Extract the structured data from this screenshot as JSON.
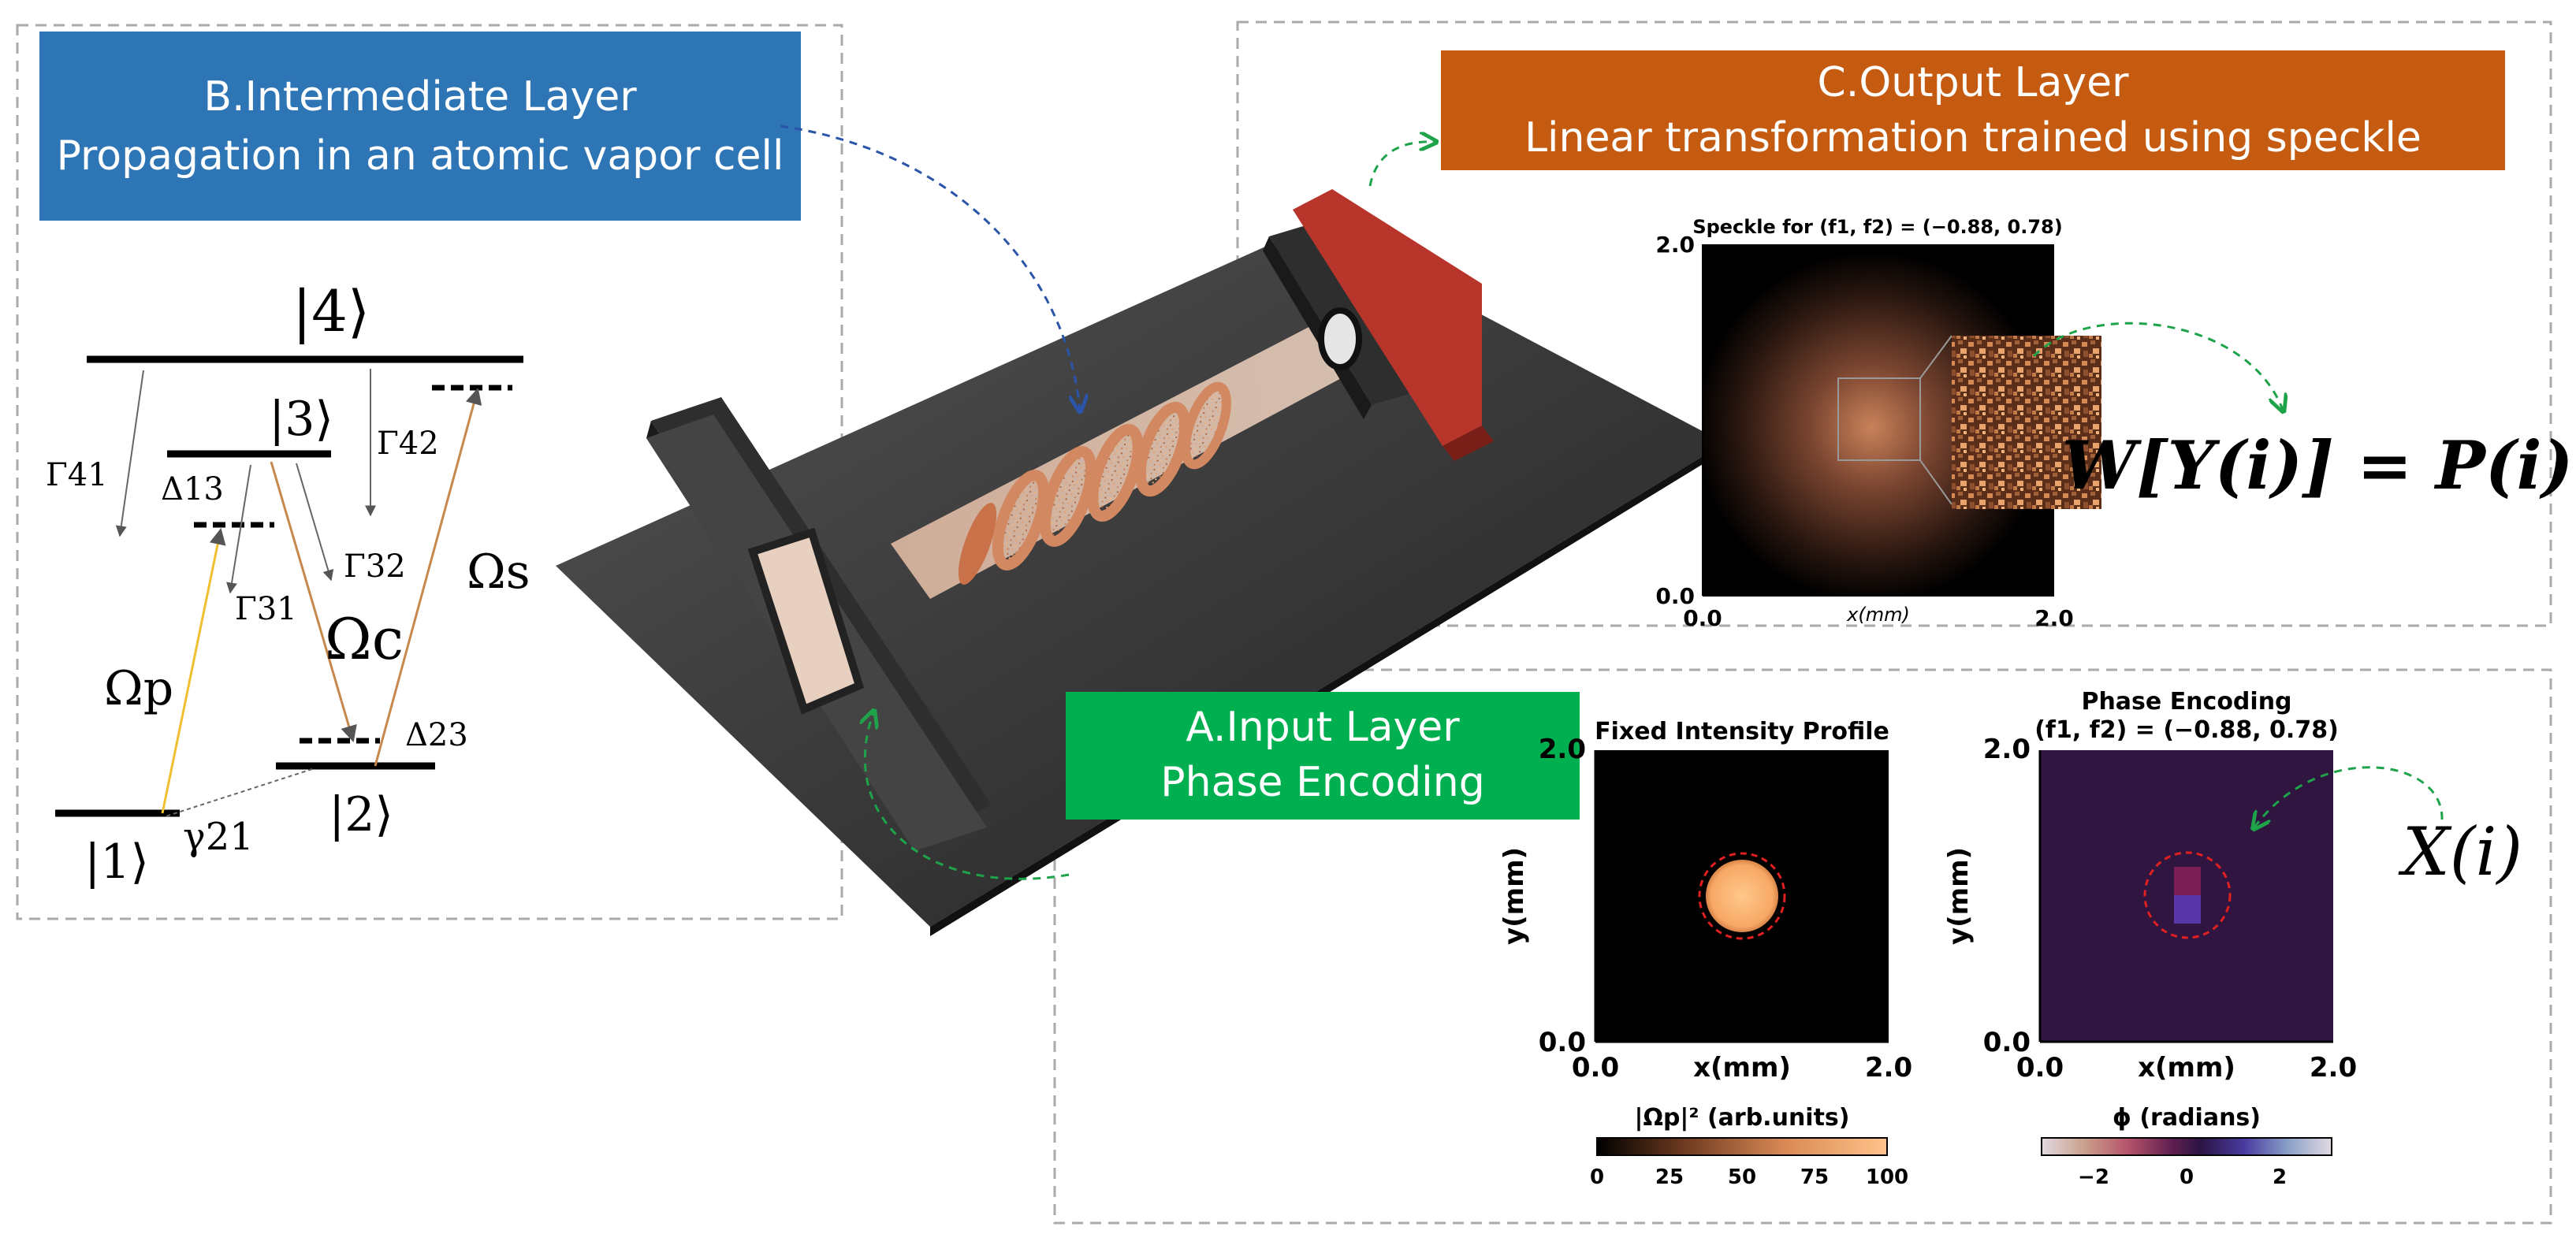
{
  "panels": {
    "intermediate": {
      "title_line1": "B.Intermediate Layer",
      "title_line2": "Propagation in an atomic vapor cell",
      "color": "#2e75b6"
    },
    "output": {
      "title_line1": "C.Output Layer",
      "title_line2": "Linear transformation trained using speckle",
      "color": "#c55a11"
    },
    "input": {
      "title_line1": "A.Input Layer",
      "title_line2": "Phase Encoding",
      "color": "#00b050"
    }
  },
  "levels": {
    "level4": "|4⟩",
    "level3": "|3⟩",
    "level2": "|2⟩",
    "level1": "|1⟩",
    "gamma41": "Γ41",
    "gamma42": "Γ42",
    "gamma32": "Γ32",
    "gamma31": "Γ31",
    "gamma21": "γ21",
    "delta13": "Δ13",
    "delta23": "Δ23",
    "omega_p": "Ωp",
    "omega_c": "Ωc",
    "omega_s": "Ωs"
  },
  "speckle": {
    "title": "Speckle for (f1, f2) = (−0.88, 0.78)",
    "y_top": "2.0",
    "y_bottom": "0.0",
    "x_left": "0.0",
    "x_right": "2.0",
    "xlabel": "x(mm)"
  },
  "equations": {
    "output": "W[Y(i)] = P(i)",
    "input": "X(i)"
  },
  "intensity_plot": {
    "title": "Fixed Intensity Profile",
    "ylabel": "y(mm)",
    "xlabel": "x(mm)",
    "y_top": "2.0",
    "y_bottom": "0.0",
    "x_left": "0.0",
    "x_right": "2.0",
    "colorbar_label": "|Ωp|² (arb.units)",
    "colorbar_ticks": [
      "0",
      "25",
      "50",
      "75",
      "100"
    ]
  },
  "phase_plot": {
    "title_line1": "Phase Encoding",
    "title_line2": "(f1, f2) = (−0.88, 0.78)",
    "ylabel": "y(mm)",
    "xlabel": "x(mm)",
    "y_top": "2.0",
    "y_bottom": "0.0",
    "x_left": "0.0",
    "x_right": "2.0",
    "colorbar_label": "ϕ (radians)",
    "colorbar_ticks": [
      "−2",
      "0",
      "2"
    ]
  }
}
